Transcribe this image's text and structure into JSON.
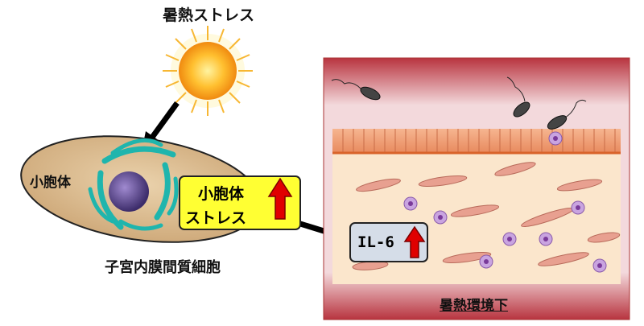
{
  "labels": {
    "heat_stress": "暑熱ストレス",
    "golgi": "小胞体",
    "cell_name": "子宮内膜間質細胞",
    "environment": "暑熱環境下"
  },
  "er_stress_box": {
    "line1": "小胞体",
    "line2": "ストレス"
  },
  "il6_box": {
    "label": "IL-6"
  },
  "colors": {
    "sun": "#ffb020",
    "cell": "#d9b88a",
    "golgi": "#22b8b0",
    "nucleus": "#5a4a8a",
    "er_box": "#ffff33",
    "il_box": "#d5dde8",
    "up_arrow": "#e00000",
    "tissue_frame": "#c0384a",
    "epithelium": "#f0a27a",
    "stroma": "#fbe6cc"
  }
}
